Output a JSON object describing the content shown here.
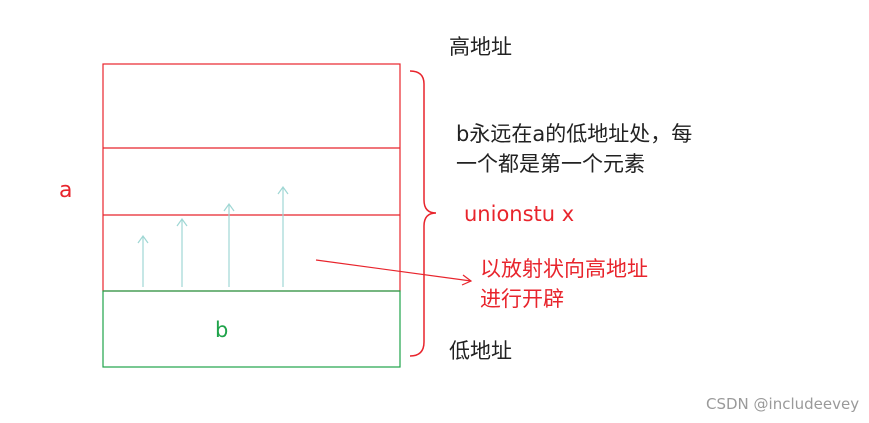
{
  "labels": {
    "high_address": "高地址",
    "low_address": "低地址",
    "a": "a",
    "b": "b",
    "union_name": "unionstu x",
    "b_note_line1": "b永远在a的低地址处，每",
    "b_note_line2": "一个都是第一个元素",
    "growth_note_line1": "以放射状向高地址",
    "growth_note_line2": "进行开辟",
    "watermark": "CSDN @includeevey"
  },
  "colors": {
    "red": "#e8242c",
    "green": "#1fa34a",
    "teal_arrow": "#9fd7d4",
    "black": "#222222",
    "watermark": "#9a9a9a"
  }
}
